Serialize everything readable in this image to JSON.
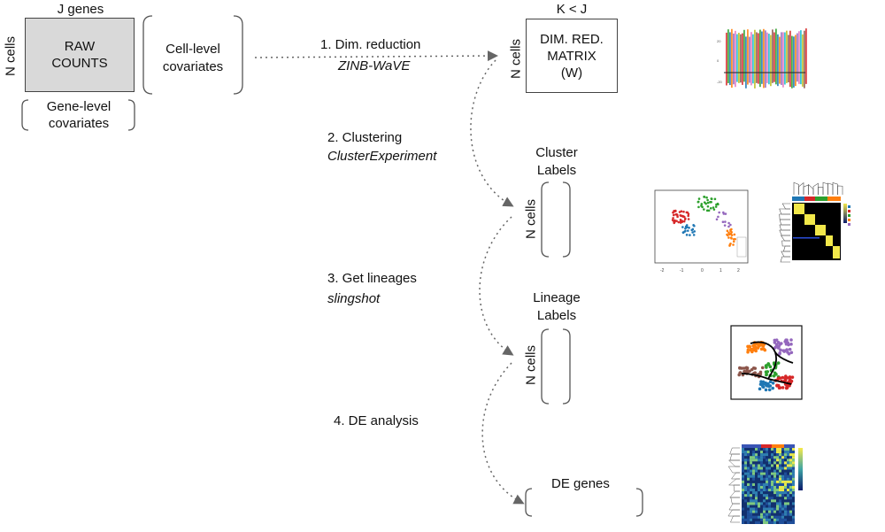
{
  "raw": {
    "j_genes": "J genes",
    "n_cells": "N cells",
    "line1": "RAW",
    "line2": "COUNTS",
    "cell_cov_1": "Cell-level",
    "cell_cov_2": "covariates",
    "gene_cov_1": "Gene-level",
    "gene_cov_2": "covariates"
  },
  "steps": [
    {
      "title": "1. Dim. reduction",
      "tool": "ZINB-WaVE"
    },
    {
      "title": "2. Clustering",
      "tool": "ClusterExperiment"
    },
    {
      "title": "3. Get lineages",
      "tool": "slingshot"
    },
    {
      "title": "4. DE analysis"
    }
  ],
  "outputs": {
    "dim": {
      "k_lt_j": "K < J",
      "n_cells": "N cells",
      "line1": "DIM. RED.",
      "line2": "MATRIX",
      "line3": "(W)"
    },
    "cluster": {
      "line1": "Cluster",
      "line2": "Labels",
      "n_cells": "N cells"
    },
    "lineage": {
      "line1": "Lineage",
      "line2": "Labels",
      "n_cells": "N cells"
    },
    "de": {
      "label": "DE genes"
    }
  },
  "colors": {
    "raw_fill": "#d9d9d9",
    "arrow": "#666666",
    "heatmap_dark": "#0a1a6b",
    "heatmap_yellow": "#f2e84a",
    "cluster_red": "#d62728",
    "cluster_green": "#2ca02c",
    "cluster_blue": "#1f77b4",
    "cluster_orange": "#ff7f0e",
    "cluster_purple": "#9467bd",
    "cluster_brown": "#8c564b"
  }
}
